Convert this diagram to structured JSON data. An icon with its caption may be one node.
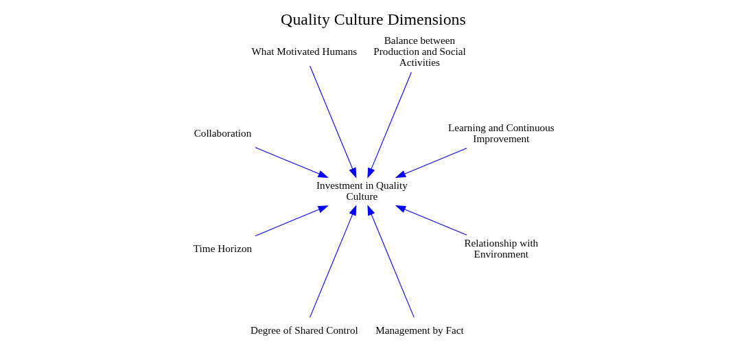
{
  "diagram": {
    "title": "Quality Culture Dimensions",
    "nodes": [
      {
        "text": [
          "Learning and Continuous Improvement"
        ]
      },
      {
        "text": [
          "Balance between Production and Social Activities"
        ]
      },
      {
        "text": [
          "What Motivated Humans"
        ]
      },
      {
        "text": [
          "Collaboration"
        ]
      },
      {
        "text": [
          "Time Horizon"
        ]
      },
      {
        "text": [
          "Degree of Shared Control"
        ]
      },
      {
        "text": [
          "Investment in Quality Culture"
        ]
      },
      {
        "text": [
          "Management by Fact"
        ]
      },
      {
        "text": [
          "Relationship with Environment"
        ]
      }
    ],
    "edges": [
      {
        "from": 0,
        "to": 6,
        "arrow": "to",
        "color": "#0000ff"
      },
      {
        "from": 1,
        "to": 6,
        "arrow": "to",
        "color": "#0000ff"
      },
      {
        "from": 2,
        "to": 6,
        "arrow": "to",
        "color": "#0000ff"
      },
      {
        "from": 3,
        "to": 6,
        "arrow": "to",
        "color": "#0000ff"
      },
      {
        "from": 4,
        "to": 6,
        "arrow": "to",
        "color": "#0000ff"
      },
      {
        "from": 5,
        "to": 6,
        "arrow": "to",
        "color": "#0000ff"
      },
      {
        "from": 7,
        "to": 6,
        "arrow": "to",
        "color": "#0000ff"
      },
      {
        "from": 8,
        "to": 6,
        "arrow": "to",
        "color": "#0000ff"
      }
    ]
  }
}
